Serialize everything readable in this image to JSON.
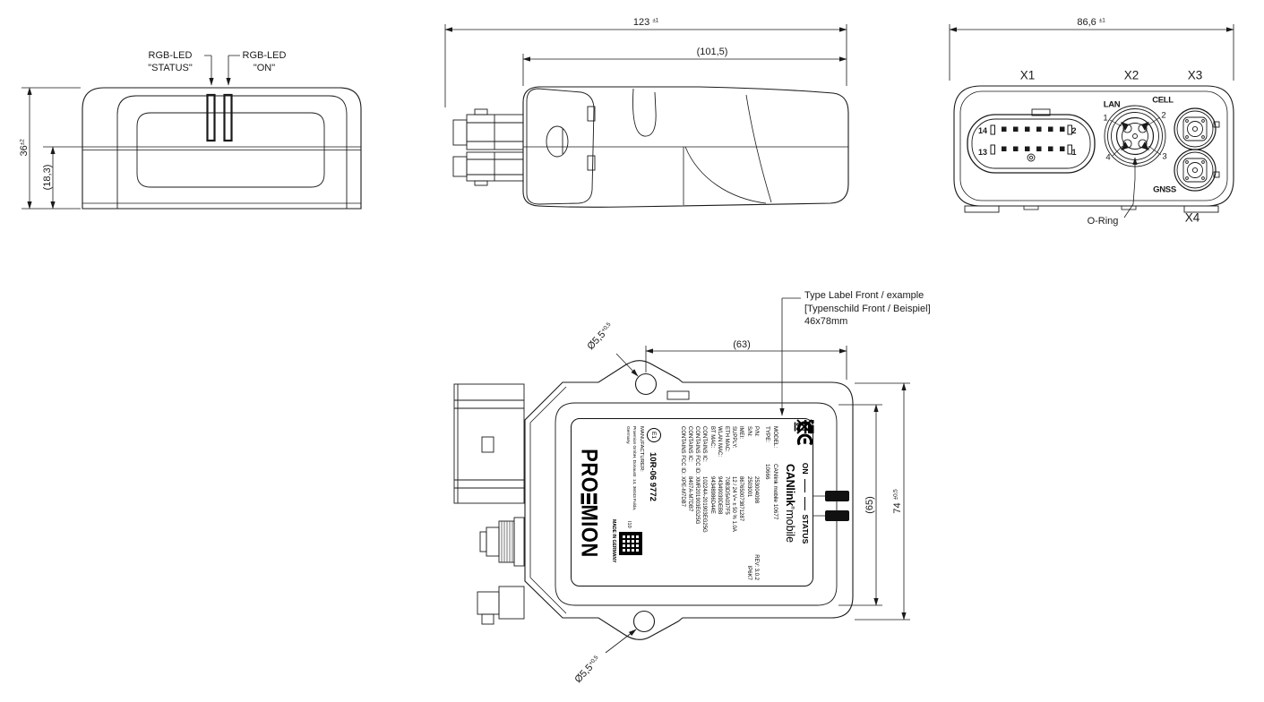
{
  "front_view": {
    "led_status": {
      "line1": "RGB-LED",
      "line2": "\"STATUS\""
    },
    "led_on": {
      "line1": "RGB-LED",
      "line2": "\"ON\""
    },
    "dim_height": "36",
    "dim_height_tol": "±2",
    "dim_height_inner": "(18,3)"
  },
  "side_view": {
    "dim_length": "123",
    "dim_length_tol": "±1",
    "dim_length_inner": "(101,5)"
  },
  "rear_view": {
    "dim_width": "86,6",
    "dim_width_tol": "±1",
    "x1": "X1",
    "x2": "X2",
    "x3": "X3",
    "x4": "X4",
    "lan": "LAN",
    "cell": "CELL",
    "gnss": "GNSS",
    "oring": "O-Ring",
    "x1_pins": {
      "tl": "14",
      "tr": "2",
      "bl": "13",
      "br": "1"
    },
    "x2_pins": {
      "p1": "1",
      "p2": "2",
      "p3": "3",
      "p4": "4"
    }
  },
  "bottom_view": {
    "note": {
      "line1": "Type Label Front / example",
      "line2": "[Typenschild Front / Beispiel]",
      "line3": "46x78mm"
    },
    "dim_63": "(63)",
    "dim_65": "(65)",
    "dim_74": "74",
    "dim_74_tol": "±0,5",
    "hole_top": "Ø5,5",
    "hole_top_tol": "+0,5",
    "hole_bottom": "Ø5,5",
    "hole_bottom_tol": "+0,5"
  },
  "label": {
    "on": "ON",
    "status": "STATUS",
    "brand": "CANlink",
    "brand_reg": "®",
    "brand_suffix": "mobile",
    "model": {
      "k": "MODEL:",
      "v": "CANlink mobile 10677"
    },
    "type": {
      "k": "TYPE:",
      "v": "10666"
    },
    "rows": [
      {
        "k": "P/N:",
        "v": "253004098",
        "r": "REV: 3.0.2"
      },
      {
        "k": "S/N:",
        "v": "2503001",
        "r": "IP6K7"
      },
      {
        "k": "IMEI:",
        "v": "867650073871287",
        "r": ""
      },
      {
        "k": "SUPPLY:",
        "v": "12 / 24 V= ± 50 % 1.0A",
        "r": ""
      },
      {
        "k": "ETH MAC:",
        "v": "70B3D5A037F5",
        "r": ""
      },
      {
        "k": "WLAN MAC:",
        "v": "94349039DEB8",
        "r": ""
      },
      {
        "k": "BT MAC:",
        "v": "94348986D44E",
        "r": ""
      },
      {
        "k": "CONTAINS IC:",
        "v": "10224A-201903EG25G",
        "r": ""
      },
      {
        "k": "CONTAINS FCC ID:",
        "v": "XMR201903EG25G",
        "r": ""
      },
      {
        "k": "CONTAINS IC:",
        "v": "8407A-M7DB7",
        "r": ""
      },
      {
        "k": "CONTAINS FCC ID:",
        "v": "XPE-M7DB7",
        "r": ""
      }
    ],
    "emark": "E1",
    "emark_number": "10R-06 9772",
    "manufacturer_k": "MANUFACTURER:",
    "manufacturer_v": "Proemion GmbH, Donaustr. 14, 36043 Fulda, Germany",
    "rev_mark": "I10",
    "made_in": "MADE IN GERMANY",
    "wordmark_left": "PRO",
    "wordmark_right": "MION"
  }
}
